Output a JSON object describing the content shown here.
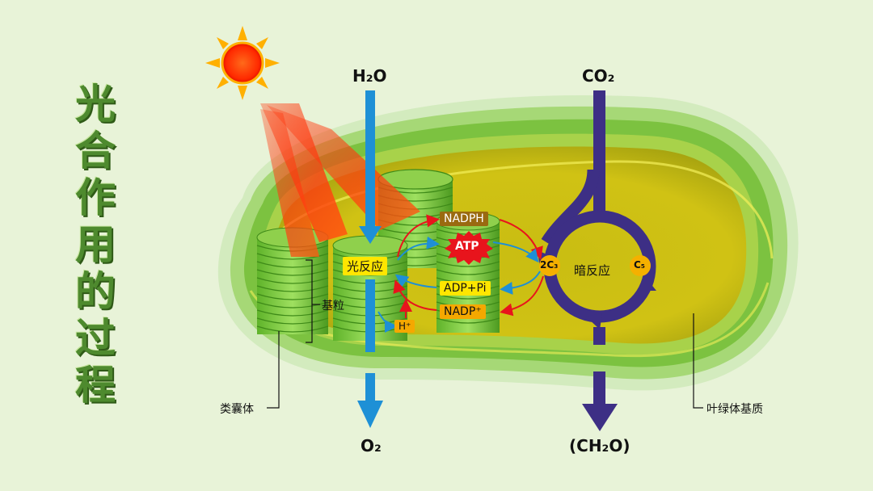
{
  "title": [
    "光",
    "合",
    "作",
    "用",
    "的",
    "过",
    "程"
  ],
  "inputs": {
    "water": "H₂O",
    "co2": "CO₂"
  },
  "outputs": {
    "oxygen": "O₂",
    "sugar": "(CH₂O)"
  },
  "light_reaction": "光反应",
  "dark_reaction": "暗反应",
  "products": {
    "nadph": "NADPH",
    "atp": "ATP",
    "adp_pi": "ADP+Pi",
    "nadp_plus": "NADP⁺",
    "h_plus": "H⁺"
  },
  "cycle": {
    "c3": "2C₃",
    "c5": "C₅"
  },
  "labels": {
    "grana": "基粒",
    "thylakoid": "类囊体",
    "stroma": "叶绿体基质"
  },
  "colors": {
    "background": "#e8f3d8",
    "title_green": "#4e8a2e",
    "water_arrow": "#1e90d6",
    "carbon_arrow": "#3d2f85",
    "stroma_yellow": "#c6b810",
    "sun": "#ff3a00",
    "tag_yellow": "#ffe600",
    "tag_orange": "#f5a800",
    "nadph_brown": "#9a6a10"
  }
}
